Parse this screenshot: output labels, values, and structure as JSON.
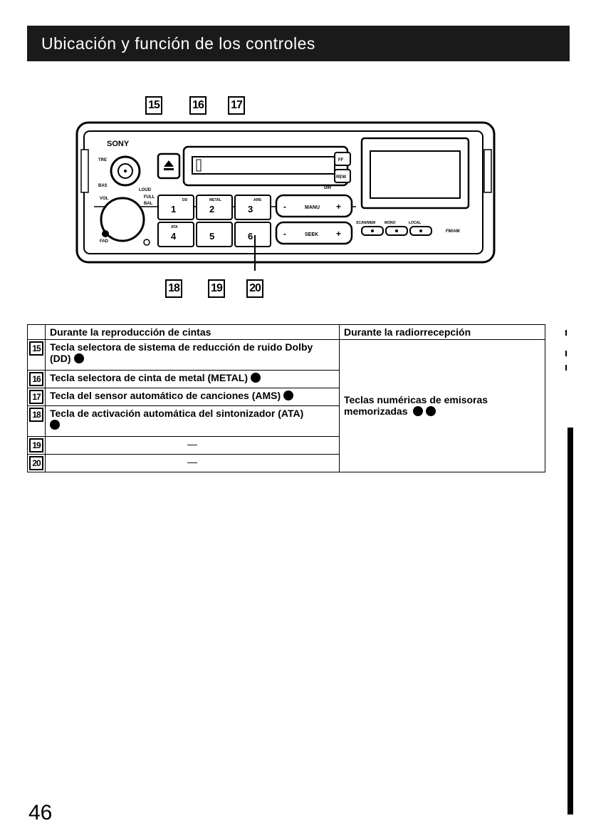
{
  "header": {
    "title": "Ubicación y función de los controles"
  },
  "top_callouts": [
    "15",
    "16",
    "17"
  ],
  "bottom_callouts": [
    "18",
    "19",
    "20"
  ],
  "device": {
    "brand": "SONY",
    "labels": {
      "loud": "LOUD",
      "vol": "VOL",
      "full": "FULL",
      "bal": "BAL",
      "bas": "BAS",
      "tre": "TRE",
      "fad": "FAD",
      "ff": "FF",
      "rew": "REW",
      "dir": "DIR",
      "manu": "MANU",
      "seek": "SEEK",
      "fmam": "FM/AM",
      "scan": "SCAN/MEM",
      "mono": "MONO",
      "local": "LOCAL",
      "dd": "DD",
      "metal": "METAL",
      "ams": "AMS",
      "ata": "ATA",
      "minus": "-",
      "plus": "+"
    },
    "presets": [
      "1",
      "2",
      "3",
      "4",
      "5",
      "6"
    ]
  },
  "table": {
    "col_tape": "Durante la reproducción de cintas",
    "col_radio": "Durante la radiorrecepción",
    "rows": [
      {
        "num": "15",
        "text": "Tecla selectora de sistema de reducción de ruido Dolby (DD)"
      },
      {
        "num": "16",
        "text": "Tecla selectora de cinta de metal (METAL)"
      },
      {
        "num": "17",
        "text": "Tecla del sensor automático de canciones (AMS)"
      },
      {
        "num": "18",
        "text": "Tecla de activación automática del sintonizador (ATA)"
      },
      {
        "num": "19",
        "text": "—"
      },
      {
        "num": "20",
        "text": "—"
      }
    ],
    "radio_text": "Teclas numéricas de emisoras memorizadas"
  },
  "footer": {
    "page": "46"
  }
}
